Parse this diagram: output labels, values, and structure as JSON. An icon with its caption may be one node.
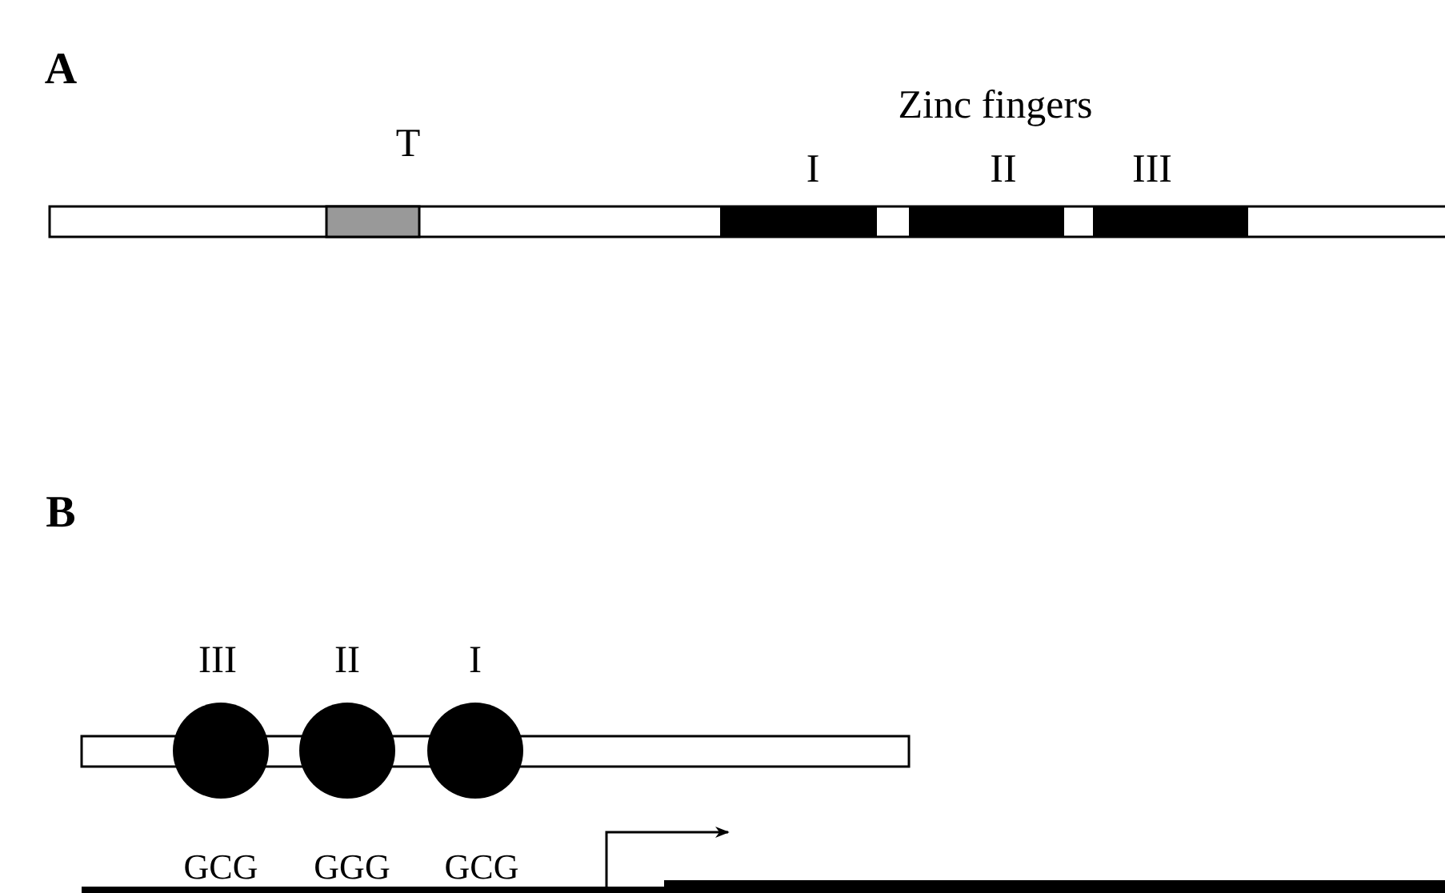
{
  "diagram": {
    "labels": [
      "A",
      "Zinc fingers",
      "T",
      "I",
      "II",
      "III",
      "B",
      "III",
      "II",
      "I",
      "GCG",
      "GGG",
      "GCG"
    ]
  }
}
